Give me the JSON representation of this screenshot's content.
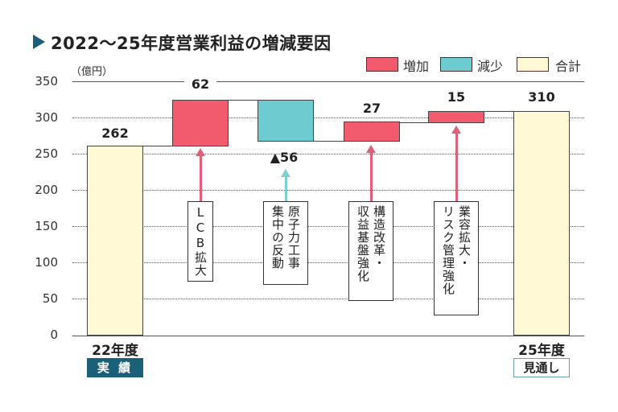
{
  "title": "2022〜25年度営業利益の増減要因",
  "unit_label": "（億円）",
  "legend": [
    {
      "label": "増加",
      "color": "#f25a6e"
    },
    {
      "label": "減少",
      "color": "#6ecbcf"
    },
    {
      "label": "合計",
      "color": "#fff9d6"
    }
  ],
  "y_ticks": [
    "350",
    "300",
    "250",
    "200",
    "150",
    "100",
    "50",
    "0"
  ],
  "bars": [
    {
      "name": "22年度",
      "value_label": "262"
    },
    {
      "name": "LCB拡大",
      "value_label": "62"
    },
    {
      "name": "原子力工事集中の反動",
      "value_label": "▲56"
    },
    {
      "name": "構造改革・収益基盤強化",
      "value_label": "27"
    },
    {
      "name": "業容拡大・リスク管理強化",
      "value_label": "15"
    },
    {
      "name": "25年度",
      "value_label": "310"
    }
  ],
  "notes": [
    {
      "cols": [
        "LCB拡大"
      ]
    },
    {
      "cols": [
        "原子力工事",
        "集中の反動"
      ]
    },
    {
      "cols": [
        "構造改革・",
        "収益基盤強化"
      ]
    },
    {
      "cols": [
        "業容拡大・",
        "リスク管理強化"
      ]
    }
  ],
  "x_labels": {
    "start": {
      "year": "22年度",
      "badge": "実 績"
    },
    "end": {
      "year": "25年度",
      "badge": "見通し"
    }
  },
  "colors": {
    "increase": "#f25a6e",
    "decrease": "#6ecbcf",
    "total": "#fff9d6",
    "increase_arrow": "#e0607a",
    "decrease_arrow": "#7fcfd2",
    "badge_dark": "#1c5f79",
    "badge_border": "#6a9db0"
  },
  "chart_data": {
    "type": "bar",
    "subtype": "waterfall",
    "title": "2022〜25年度営業利益の増減要因",
    "ylabel": "億円",
    "xlabel": "",
    "ylim": [
      0,
      350
    ],
    "yticks": [
      0,
      50,
      100,
      150,
      200,
      250,
      300,
      350
    ],
    "grid": true,
    "legend_position": "top-right",
    "legend": [
      "増加",
      "減少",
      "合計"
    ],
    "categories": [
      "22年度 実績",
      "LCB拡大",
      "原子力工事集中の反動",
      "構造改革・収益基盤強化",
      "業容拡大・リスク管理強化",
      "25年度 見通し"
    ],
    "values": [
      262,
      62,
      -56,
      27,
      15,
      310
    ],
    "kinds": [
      "total",
      "increase",
      "decrease",
      "increase",
      "increase",
      "total"
    ],
    "running_bounds": [
      [
        0,
        262
      ],
      [
        262,
        324
      ],
      [
        268,
        324
      ],
      [
        268,
        295
      ],
      [
        295,
        310
      ],
      [
        0,
        310
      ]
    ],
    "data_labels": [
      "262",
      "62",
      "▲56",
      "27",
      "15",
      "310"
    ]
  }
}
